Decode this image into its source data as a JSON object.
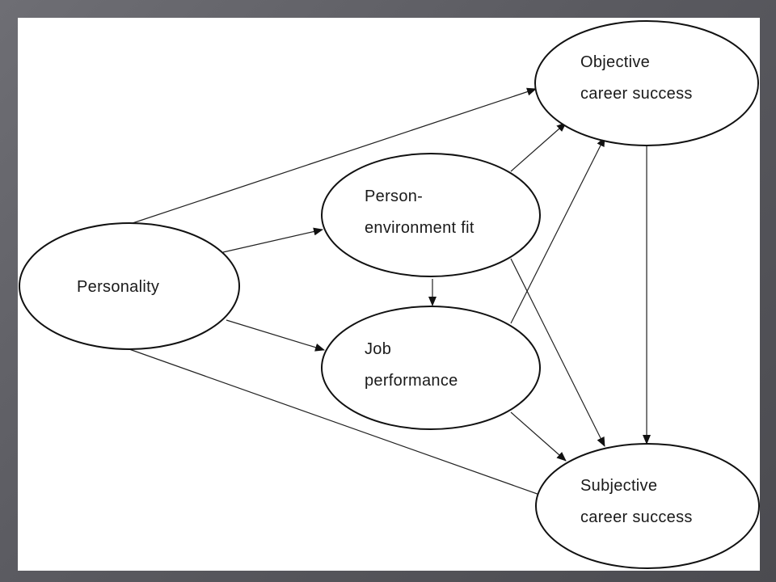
{
  "diagram": {
    "nodes": {
      "personality": {
        "lines": [
          "Personality"
        ]
      },
      "person_environment_fit": {
        "lines": [
          "Person-",
          "environment fit"
        ]
      },
      "job_performance": {
        "lines": [
          "Job",
          "performance"
        ]
      },
      "objective_career_success": {
        "lines": [
          "Objective",
          "career success"
        ]
      },
      "subjective_career_success": {
        "lines": [
          "Subjective",
          "career success"
        ]
      }
    },
    "edges": [
      {
        "from": "personality",
        "to": "objective_career_success"
      },
      {
        "from": "personality",
        "to": "person_environment_fit"
      },
      {
        "from": "personality",
        "to": "job_performance"
      },
      {
        "from": "personality",
        "to": "subjective_career_success"
      },
      {
        "from": "person_environment_fit",
        "to": "objective_career_success"
      },
      {
        "from": "person_environment_fit",
        "to": "job_performance"
      },
      {
        "from": "person_environment_fit",
        "to": "subjective_career_success"
      },
      {
        "from": "job_performance",
        "to": "objective_career_success"
      },
      {
        "from": "job_performance",
        "to": "subjective_career_success"
      },
      {
        "from": "objective_career_success",
        "to": "subjective_career_success"
      }
    ]
  }
}
